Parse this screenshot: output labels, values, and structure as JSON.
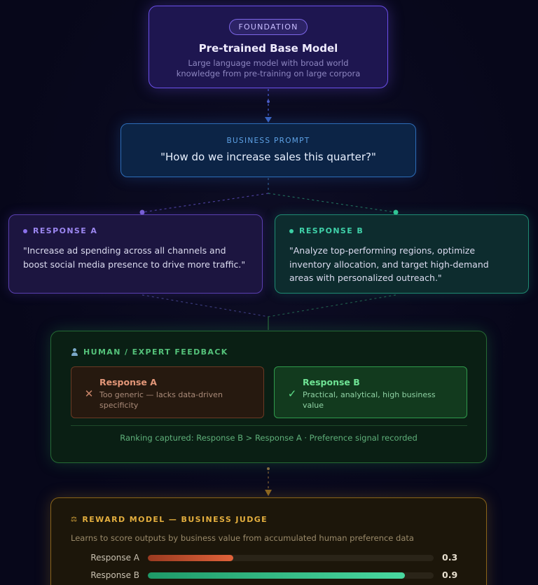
{
  "foundation": {
    "badge": "FOUNDATION",
    "title": "Pre-trained Base Model",
    "description": "Large language model with broad world knowledge from pre-training on large corpora"
  },
  "prompt": {
    "label": "BUSINESS PROMPT",
    "text": "\"How do we increase sales this quarter?\""
  },
  "responses": {
    "a": {
      "label": "RESPONSE A",
      "text": "\"Increase ad spending across all channels and boost social media presence to drive more traffic.\""
    },
    "b": {
      "label": "RESPONSE B",
      "text": "\"Analyze top-performing regions, optimize inventory allocation, and target high-demand areas with personalized outreach.\""
    }
  },
  "feedback": {
    "title": "HUMAN / EXPERT FEEDBACK",
    "a": {
      "name": "Response A",
      "note": "Too generic — lacks data-driven specificity",
      "mark": "✕"
    },
    "b": {
      "name": "Response B",
      "note": "Practical, analytical, high business value",
      "mark": "✓"
    },
    "summary": "Ranking captured: Response B > Response A  ·  Preference signal recorded"
  },
  "reward": {
    "title": "REWARD MODEL — BUSINESS JUDGE",
    "description": "Learns to score outputs by business value from accumulated human preference data",
    "scores": [
      {
        "label": "Response A",
        "value": 0.3,
        "display": "0.3"
      },
      {
        "label": "Response B",
        "value": 0.9,
        "display": "0.9"
      }
    ]
  },
  "icons": {
    "feedback": "person-icon",
    "reward": "scale-icon",
    "reject": "cross-icon",
    "accept": "check-icon"
  },
  "colors": {
    "foundation": "#6b4fe8",
    "prompt": "#2d6cb8",
    "response_a": "#5a3fb0",
    "response_b": "#1f8a72",
    "feedback": "#256a34",
    "reward": "#8a6418"
  }
}
